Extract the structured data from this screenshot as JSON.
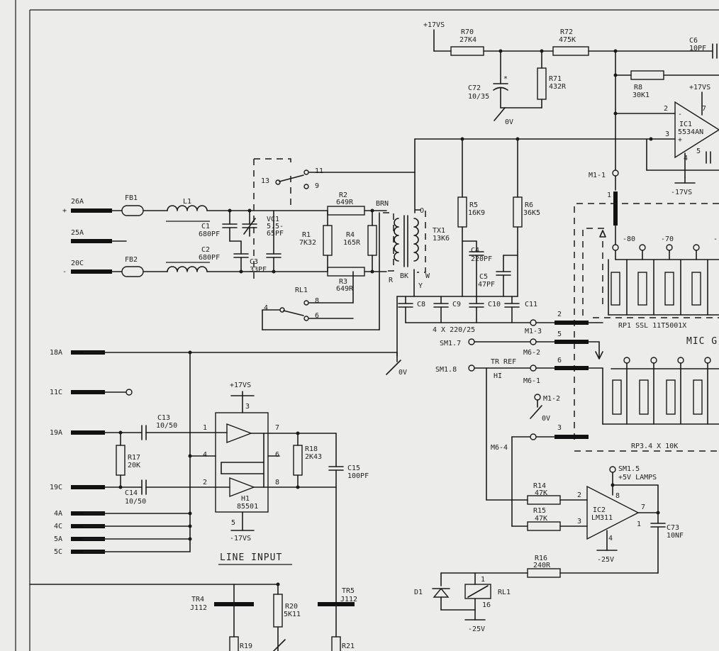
{
  "connectors": {
    "c26A": "26A",
    "c25A": "25A",
    "c20C": "20C",
    "c18A": "18A",
    "c11C": "11C",
    "c19A": "19A",
    "c19C": "19C",
    "c4A": "4A",
    "c4C": "4C",
    "c5A": "5A",
    "c5C": "5C"
  },
  "polarity": {
    "plus": "+",
    "minus": "-"
  },
  "supply": {
    "p17_top": "+17VS",
    "p17_h1": "+17VS",
    "p17_ic1": "+17VS",
    "m17_h1": "-17VS",
    "m17_ic1": "-17VS",
    "m25_ic2": "-25V",
    "m25_rl": "-25V",
    "ov1": "0V",
    "ov2": "0V",
    "ov3": "0V"
  },
  "components": {
    "fb1": "FB1",
    "fb2": "FB2",
    "l1": "L1",
    "c1_ref": "C1",
    "c1_val": "680PF",
    "c2_ref": "C2",
    "c2_val": "680PF",
    "c3_ref": "C3",
    "c3_val": "33PF",
    "vc1_ref": "VC1",
    "vc1_val1": "5.5-",
    "vc1_val2": "65PF",
    "r1_ref": "R1",
    "r1_val": "7K32",
    "r2_ref": "R2",
    "r2_val": "649R",
    "r3_ref": "R3",
    "r3_val": "649R",
    "r4_ref": "R4",
    "r4_val": "165R",
    "r5_ref": "R5",
    "r5_val": "16K9",
    "r6_ref": "R6",
    "r6_val": "36K5",
    "r8_ref": "R8",
    "r8_val": "30K1",
    "r14_ref": "R14",
    "r14_val": "47K",
    "r15_ref": "R15",
    "r15_val": "47K",
    "r16_ref": "R16",
    "r16_val": "240R",
    "r17_ref": "R17",
    "r17_val": "20K",
    "r18_ref": "R18",
    "r18_val": "2K43",
    "r19_ref": "R19",
    "r20_ref": "R20",
    "r20_val": "5K11",
    "r21_ref": "R21",
    "r70_ref": "R70",
    "r70_val": "27K4",
    "r71_ref": "R71",
    "r71_val": "432R",
    "r72_ref": "R72",
    "r72_val": "475K",
    "c4_ref": "C4",
    "c4_val": "220PF",
    "c5_ref": "C5",
    "c5_val": "47PF",
    "c6_ref": "C6",
    "c6_val": "10PF",
    "c8": "C8",
    "c9": "C9",
    "c10": "C10",
    "c11": "C11",
    "c8_11_val": "4 X 220/25",
    "c13_ref": "C13",
    "c13_val": "10/50",
    "c14_ref": "C14",
    "c14_val": "10/50",
    "c15_ref": "C15",
    "c15_val": "100PF",
    "c72_ref": "C72",
    "c72_val": "10/35",
    "c73_ref": "C73",
    "c73_val": "10NF",
    "tx1_ref": "TX1",
    "tx1_val": "13K6",
    "brn": "BRN",
    "o": "O",
    "r": "R",
    "bk": "BK",
    "y": "Y",
    "wl": "W",
    "rl1": "RL1",
    "rl1_coil": "RL1",
    "ic1_ref": "IC1",
    "ic1_val": "5534AN",
    "ic2_ref": "IC2",
    "ic2_val": "LM311",
    "h1_ref": "H1",
    "h1_val": "85501",
    "d1": "D1",
    "tr4_ref": "TR4",
    "tr4_val": "J112",
    "tr5_ref": "TR5",
    "tr5_val": "J112",
    "rp1": "RP1 SSL 11T5001X",
    "rp3": "RP3.4 X 10K"
  },
  "pins": {
    "p13": "13",
    "p11": "11",
    "p9": "9",
    "p8": "8",
    "p6": "6",
    "p4": "4",
    "h1_1": "1",
    "h1_2": "2",
    "h1_3": "3",
    "h1_4": "4",
    "h1_5": "5",
    "h1_6": "6",
    "h1_7": "7",
    "h1_8": "8",
    "ic1_2": "2",
    "ic1_3": "3",
    "ic1_4": "4",
    "ic1_5": "5",
    "ic1_7": "7",
    "ic2_2": "2",
    "ic2_3": "3",
    "ic2_4": "4",
    "ic2_7": "7",
    "ic2_1": "1",
    "ic2_8": "8",
    "rl_1": "1",
    "rl_16": "16",
    "m1_1_pin": "1",
    "m1_3_pin": "2",
    "m6_2_pin": "5",
    "m6_1_pin": "6",
    "m6_4_pin": "3",
    "plus": "+",
    "minus": "-",
    "star": "*"
  },
  "nodes": {
    "m1_1": "M1-1",
    "m1_2": "M1-2",
    "m1_3": "M1-3",
    "m6_1": "M6-1",
    "m6_2": "M6-2",
    "m6_4": "M6-4",
    "sm1_7": "SM1.7",
    "sm1_8": "SM1.8",
    "tr_ref": "TR REF",
    "hi": "HI",
    "sm1_5": "SM1.5",
    "lamps": "+5V LAMPS"
  },
  "labels": {
    "db80": "-80",
    "db70": "-70",
    "db_cut": "-",
    "mic_g": "MIC G",
    "line_input": "LINE INPUT"
  }
}
